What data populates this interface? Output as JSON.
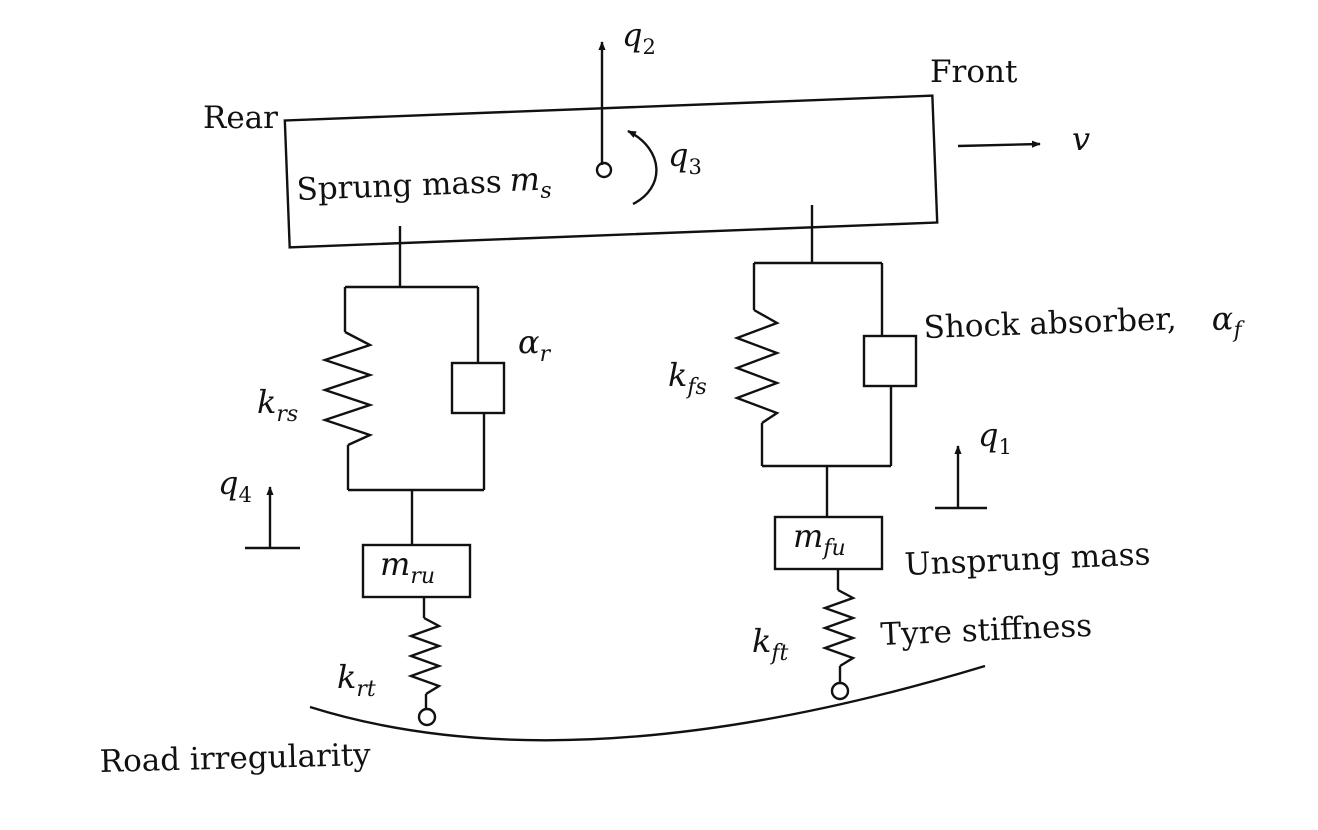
{
  "labels": {
    "front": "Front",
    "rear": "Rear",
    "sprung_mass": "Sprung mass",
    "shock_absorber": "Shock absorber,",
    "unsprung_mass": "Unsprung mass",
    "tyre_stiffness": "Tyre stiffness",
    "road_irregularity": "Road irregularity"
  },
  "symbols": {
    "q1": {
      "base": "q",
      "sub": "1"
    },
    "q2": {
      "base": "q",
      "sub": "2"
    },
    "q3": {
      "base": "q",
      "sub": "3"
    },
    "q4": {
      "base": "q",
      "sub": "4"
    },
    "v": {
      "base": "v"
    },
    "ms": {
      "base": "m",
      "sub": "s"
    },
    "alpha_r": {
      "base": "α",
      "sub": "r"
    },
    "alpha_f": {
      "base": "α",
      "sub": "f"
    },
    "krs": {
      "base": "k",
      "sub": "rs"
    },
    "kfs": {
      "base": "k",
      "sub": "fs"
    },
    "kft": {
      "base": "k",
      "sub": "ft"
    },
    "krt": {
      "base": "k",
      "sub": "rt"
    },
    "mfu": {
      "base": "m",
      "sub": "fu"
    },
    "mru": {
      "base": "m",
      "sub": "ru"
    }
  }
}
